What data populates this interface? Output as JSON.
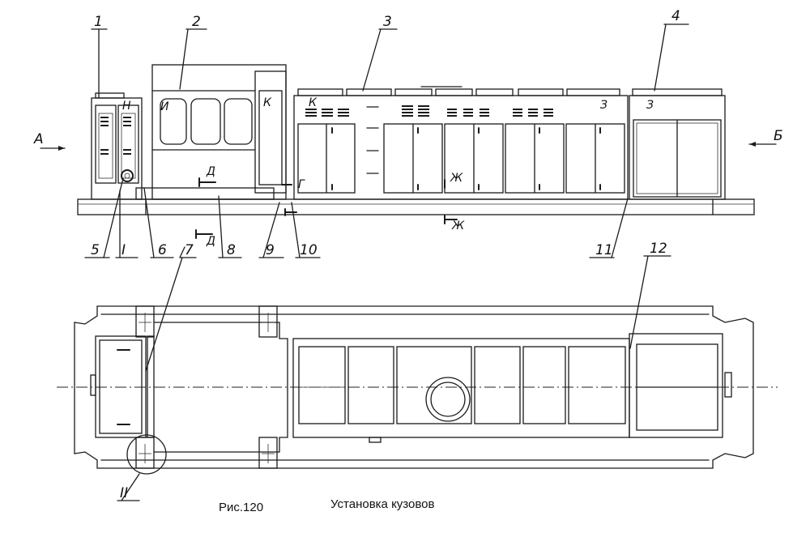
{
  "caption": {
    "figure": "Рис.120",
    "title": "Установка кузовов"
  },
  "callouts": [
    "1",
    "2",
    "3",
    "4",
    "5",
    "I",
    "6",
    "7",
    "8",
    "9",
    "10",
    "11",
    "12",
    "II"
  ],
  "view_arrows": {
    "left": "А",
    "right": "Б"
  },
  "section_marks": {
    "d_top": "Д",
    "d_bottom": "Д",
    "g": "Г",
    "zh_top": "Ж",
    "zh_bottom": "Ж",
    "k_left": "К",
    "k_right": "К",
    "i_mark": "И",
    "n_mark": "Н",
    "z_left": "З",
    "z_right": "З"
  }
}
